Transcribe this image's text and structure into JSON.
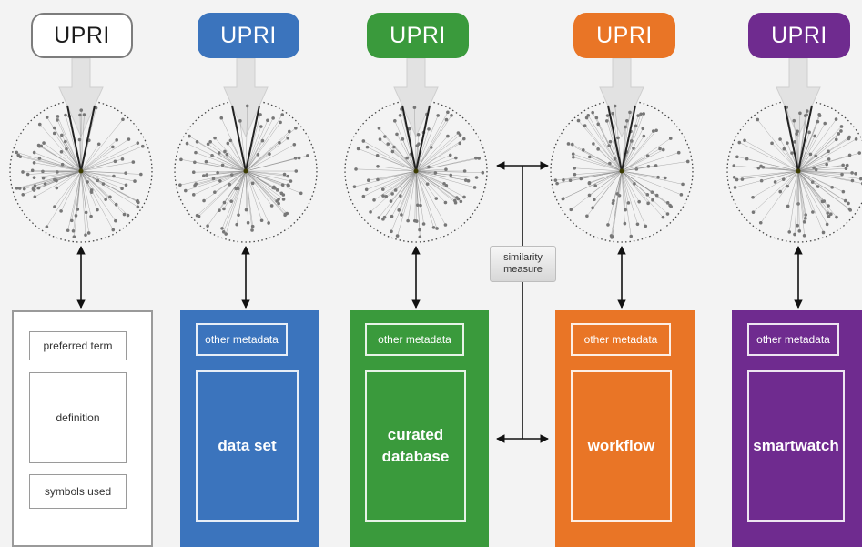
{
  "columns": [
    {
      "id": "term",
      "pill_label": "UPRI",
      "style": "white",
      "accent": "#ffffff",
      "items": [
        "preferred term",
        "definition",
        "symbols used"
      ]
    },
    {
      "id": "data-set",
      "pill_label": "UPRI",
      "style": "color",
      "accent": "#3b74bd",
      "meta_label": "other metadata",
      "main_label": "data set"
    },
    {
      "id": "curated-database",
      "pill_label": "UPRI",
      "style": "color",
      "accent": "#3a9a3c",
      "meta_label": "other metadata",
      "main_label": "curated\ndatabase"
    },
    {
      "id": "workflow",
      "pill_label": "UPRI",
      "style": "color",
      "accent": "#e97526",
      "meta_label": "other metadata",
      "main_label": "workflow"
    },
    {
      "id": "smartwatch",
      "pill_label": "UPRI",
      "style": "color",
      "accent": "#6f2b8f",
      "meta_label": "other metadata",
      "main_label": "smartwatch"
    }
  ],
  "similarity_label": "similarity\nmeasure"
}
